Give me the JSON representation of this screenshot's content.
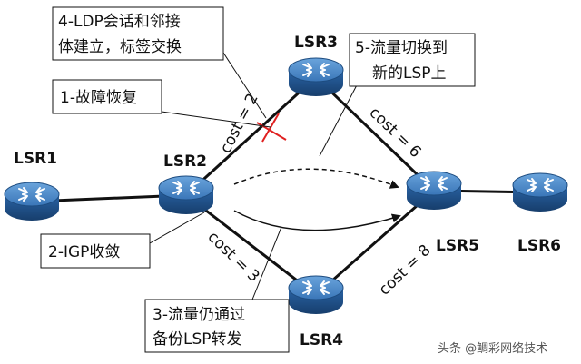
{
  "nodes": {
    "lsr1": "LSR1",
    "lsr2": "LSR2",
    "lsr3": "LSR3",
    "lsr4": "LSR4",
    "lsr5": "LSR5",
    "lsr6": "LSR6"
  },
  "links": {
    "lsr2_lsr3_cost": "cost = 2",
    "lsr3_lsr5_cost": "cost = 6",
    "lsr2_lsr4_cost": "cost = 3",
    "lsr4_lsr5_cost": "cost = 8"
  },
  "callouts": {
    "step1": "1-故障恢复",
    "step2": "2-IGP收敛",
    "step3_line1": "3-流量仍通过",
    "step3_line2": "备份LSP转发",
    "step4_line1": "4-LDP会话和邻接",
    "step4_line2": "体建立，标签交换",
    "step5_line1": "5-流量切换到",
    "step5_line2": "新的LSP上"
  },
  "watermark": "头条 @鲷彩网络技术",
  "colors": {
    "router_body": "#1f4f86",
    "router_top": "#4a86c8",
    "link": "#111111",
    "fault_mark": "#e02020"
  }
}
